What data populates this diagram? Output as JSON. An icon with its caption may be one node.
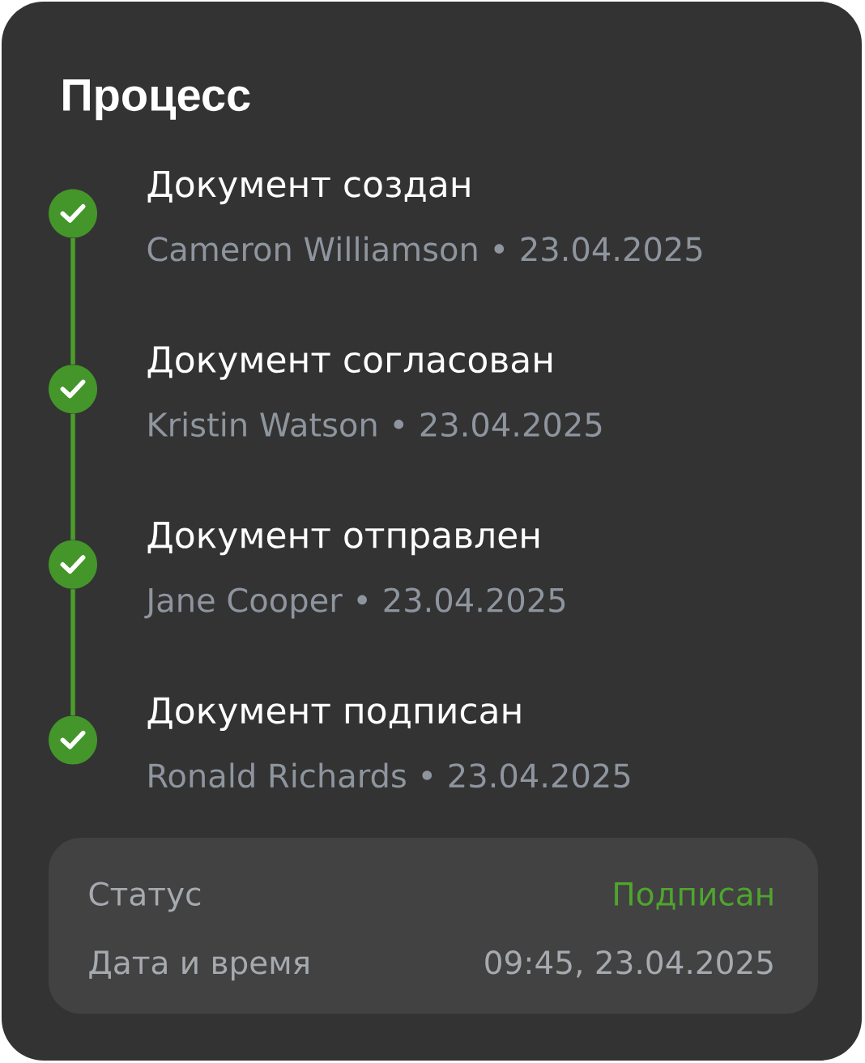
{
  "diagram": {
    "nodes": [
      {
        "text": [
          "Процесс"
        ]
      },
      {
        "text": [],
        "shape": "circle",
        "in": 0,
        "beside": [
          "Документ создан",
          "Cameron Williamson • 23.04.2025"
        ]
      },
      {
        "text": [],
        "shape": "circle",
        "in": 0,
        "beside": [
          "Документ согласован",
          "Kristin Watson • 23.04.2025"
        ]
      },
      {
        "text": [],
        "shape": "circle",
        "in": 0,
        "beside": [
          "Документ отправлен",
          "Jane Cooper • 23.04.2025"
        ]
      },
      {
        "text": [],
        "shape": "circle",
        "in": 0,
        "beside": [
          "Документ подписан",
          "Ronald Richards • 23.04.2025"
        ]
      },
      {
        "text": [
          "Статус",
          "Подписан",
          "Дата и время",
          "09:45, 23.04.2025"
        ],
        "in": 0
      }
    ],
    "edges": [
      {
        "from": 1,
        "to": 2,
        "arrow": "none"
      },
      {
        "from": 2,
        "to": 3,
        "arrow": "none"
      },
      {
        "from": 3,
        "to": 4,
        "arrow": "none"
      }
    ]
  }
}
